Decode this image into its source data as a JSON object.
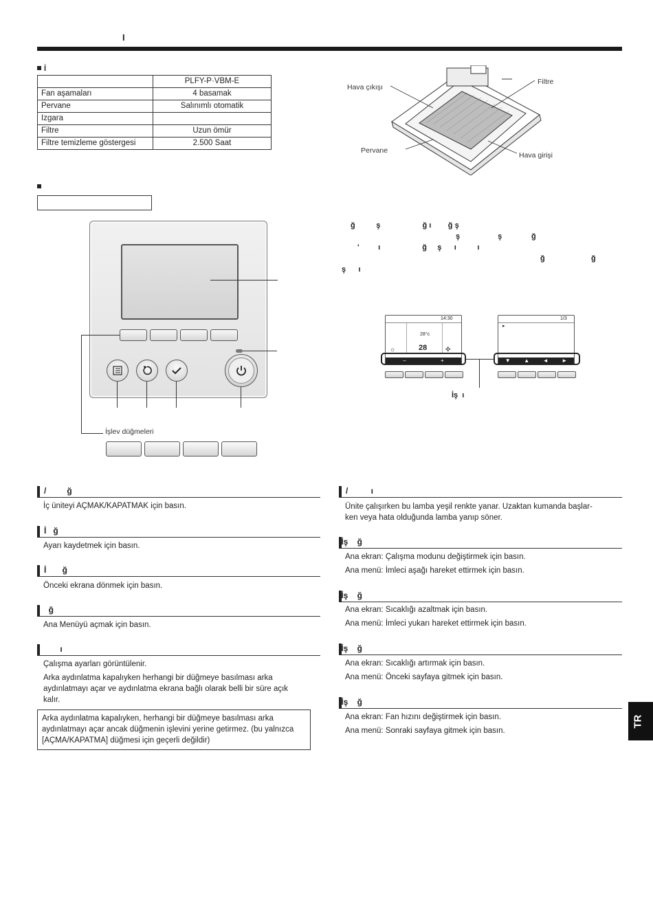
{
  "header": {
    "char": "I"
  },
  "spec": {
    "heading": "İ",
    "model": "PLFY-P·VBM-E",
    "rows": [
      {
        "label": "Fan aşamaları",
        "value": "4 basamak"
      },
      {
        "label": "Pervane",
        "value": "Salınımlı otomatik"
      },
      {
        "label": "Izgara",
        "value": ""
      },
      {
        "label": "Filtre",
        "value": "Uzun ömür"
      },
      {
        "label": "Filtre temizleme göstergesi",
        "value": "2.500 Saat"
      }
    ]
  },
  "unit_labels": {
    "outlet": "Hava çıkışı",
    "filter": "Filtre",
    "vane": "Pervane",
    "inlet": "Hava girişi"
  },
  "controller": {
    "function_buttons_label": "İşlev düğmeleri",
    "screen_note": "İş  ı"
  },
  "mini_screens": {
    "left_time": "14:30",
    "left_set": "28°c",
    "left_temp": "28",
    "left_bar": [
      "–",
      "+"
    ],
    "right_page": "1/3",
    "right_bar": [
      "▼",
      "▲",
      "◄",
      "►"
    ]
  },
  "right_fragments": [
    "ğ          ş                    ğ ı        ğ ş",
    "ş                  ş              ğ",
    "'         ı                    ğ     ş      ı          ı",
    "ğ                      ğ",
    "ş      ı"
  ],
  "sections_left": [
    {
      "title": "   /         ğ",
      "lines": [
        "İç üniteyi AÇMAK/KAPATMAK için basın."
      ]
    },
    {
      "title": "   İ   ğ",
      "lines": [
        "Ayarı kaydetmek için basın."
      ]
    },
    {
      "title": "   İ       ğ",
      "lines": [
        "Önceki ekrana dönmek için basın."
      ]
    },
    {
      "title": "     ğ",
      "lines": [
        "Ana Menüyü açmak için basın."
      ]
    },
    {
      "title": "          ı",
      "lines": [
        "Çalışma ayarları görüntülenir.",
        "Arka aydınlatma kapalıyken herhangi bir düğmeye basılması arka",
        "aydınlatmayı açar ve aydınlatma ekrana bağlı olarak belli bir süre açık",
        "kalır."
      ]
    }
  ],
  "note": "Arka aydınlatma kapalıyken, herhangi bir düğmeye basılması arka aydınlatmayı açar ancak düğmenin işlevini yerine getirmez. (bu yalnızca [AÇMA/KAPATMA] düğmesi için geçerli değildir)",
  "sections_right": [
    {
      "title": "   /          ı",
      "lines": [
        "Ünite çalışırken bu lamba yeşil renkte yanar. Uzaktan kumanda başlar-",
        "ken veya hata olduğunda lamba yanıp söner."
      ]
    },
    {
      "title": " İş    ğ",
      "lines": [
        "Ana ekran: Çalışma modunu değiştirmek için basın.",
        "Ana menü: İmleci aşağı hareket ettirmek için basın."
      ]
    },
    {
      "title": " İş    ğ",
      "lines": [
        "Ana ekran: Sıcaklığı azaltmak için basın.",
        "Ana menü: İmleci yukarı hareket ettirmek için basın."
      ]
    },
    {
      "title": " İş    ğ",
      "lines": [
        "Ana ekran: Sıcaklığı artırmak için basın.",
        "Ana menü: Önceki sayfaya gitmek için basın."
      ]
    },
    {
      "title": " İş    ğ",
      "lines": [
        "Ana ekran: Fan hızını değiştirmek için basın.",
        "Ana menü: Sonraki sayfaya gitmek için basın."
      ]
    }
  ],
  "lang_tab": "TR"
}
